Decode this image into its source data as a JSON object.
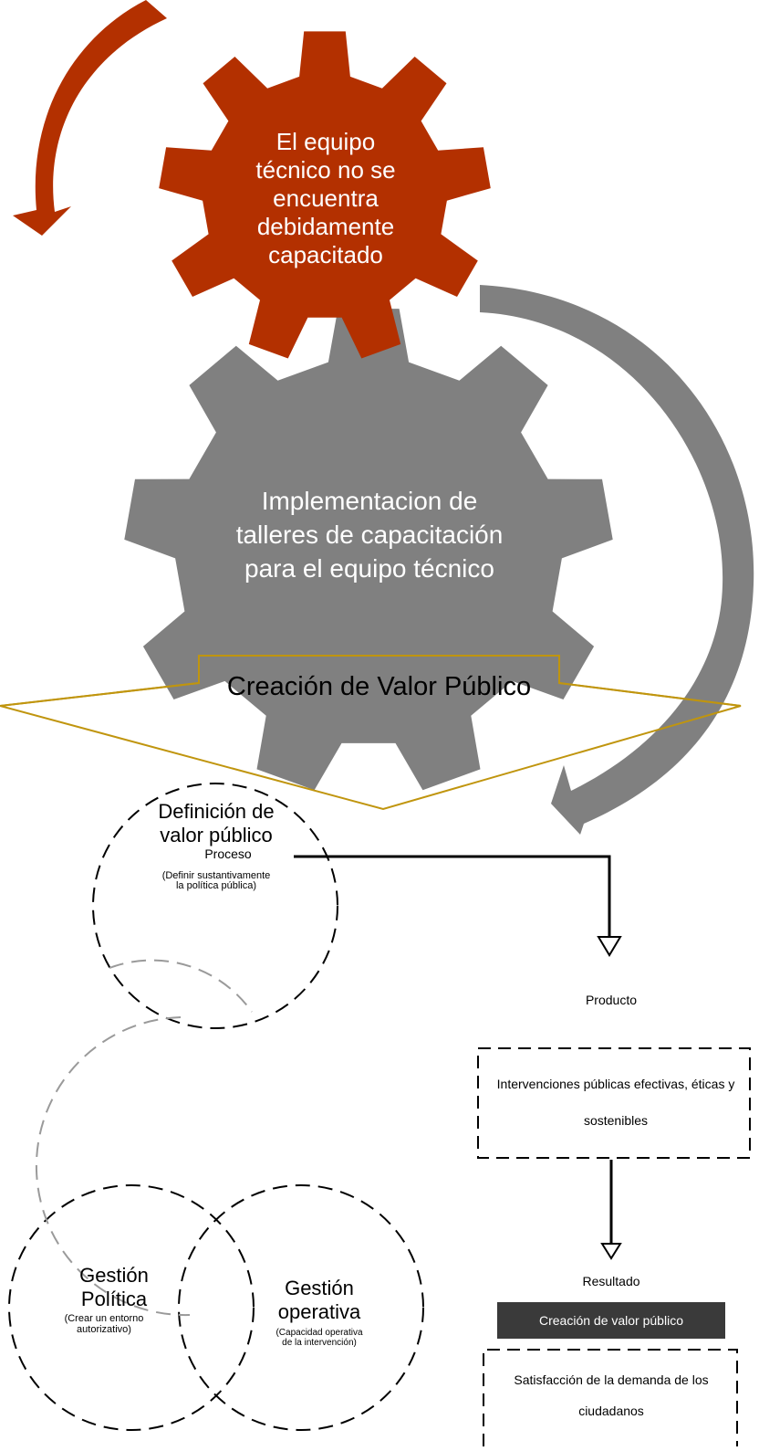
{
  "gears": {
    "top_text": "El equipo técnico no se encuentra debidamente capacitado",
    "bottom_text": "Implementacion de talleres de capacitación para el equipo técnico",
    "top_color": "#b33000",
    "bottom_color": "#808080"
  },
  "banner": {
    "title": "Creación de Valor Público",
    "border_color": "#c0950e"
  },
  "flow": {
    "process_label": "Proceso",
    "product_label": "Producto",
    "product_box": "Intervenciones públicas efectivas, éticas y sostenibles",
    "result_label": "Resultado",
    "result_box_dark": "Creación de valor público",
    "result_box": "Satisfacción de la demanda de los ciudadanos",
    "dark_color": "#3a3a3a"
  },
  "venn": {
    "top": {
      "title": "Definición de valor público",
      "sub": "(Definir sustantivamente la política pública)"
    },
    "left": {
      "title": "Gestión Política",
      "sub": "(Crear un entorno autorizativo)"
    },
    "right": {
      "title": "Gestión operativa",
      "sub": "(Capacidad operativa de la intervención)"
    }
  }
}
